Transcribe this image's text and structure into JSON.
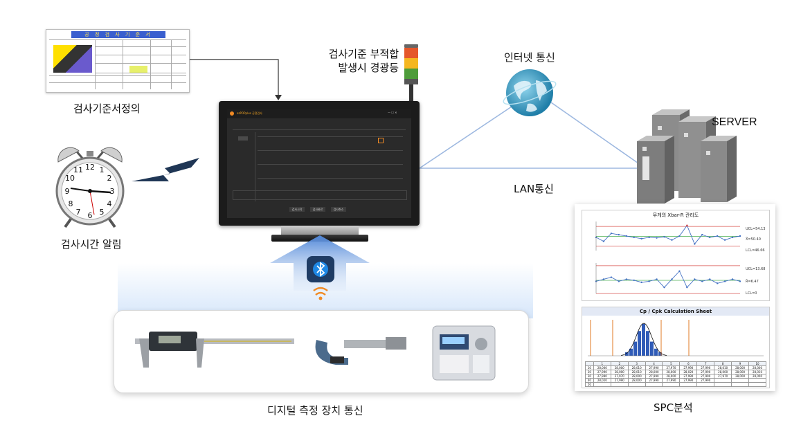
{
  "labels": {
    "inspection_standard": "검사기준서정의",
    "warning_light": "검사기준 부적합\n발생시 경광등",
    "internet": "인터넷 통신",
    "server": "SERVER",
    "lan": "LAN통신",
    "alarm": "검사시간 알림",
    "devices": "디지털 측정 장치 통신",
    "spc": "SPC분석"
  },
  "document": {
    "title": "공 정 검 사 기 준 서"
  },
  "screen": {
    "app_title": "ezPOPplus 공정검사",
    "buttons": [
      "검사시작",
      "검사완료",
      "검사취소"
    ]
  },
  "spc": {
    "xbar_title": "무게의 Xbar-R 관리도",
    "xbar_ucl": "UCL=54.13",
    "xbar_center": "X̄=50.40",
    "xbar_lcl": "LCL=46.66",
    "r_ucl": "UCL=13.68",
    "r_center": "R̄=6.47",
    "r_lcl": "LCL=0",
    "cp_title": "Cp / Cpk Calculation Sheet",
    "xbar_values": [
      50,
      48.5,
      51.5,
      51,
      50.5,
      50,
      49.5,
      50,
      49.8,
      50.2,
      49,
      50.5,
      54.5,
      47.5,
      51,
      50,
      50.5,
      49,
      50,
      50.5
    ],
    "r_values": [
      6,
      7,
      8,
      6,
      7,
      6.5,
      5.5,
      6,
      7,
      3,
      7,
      11,
      3,
      7,
      6,
      7,
      5,
      6,
      7,
      6
    ],
    "hist_values": [
      1,
      2,
      4,
      7,
      9,
      7,
      4,
      2,
      1
    ],
    "table_header": [
      "",
      "1",
      "2",
      "3",
      "4",
      "5",
      "6",
      "7",
      "8",
      "9",
      "10"
    ],
    "table_rows": [
      [
        "10",
        "28,000",
        "28,000",
        "28,010",
        "27,990",
        "27,970",
        "27,990",
        "27,990",
        "28,010",
        "28,000",
        "28,000"
      ],
      [
        "20",
        "27,990",
        "28,000",
        "28,010",
        "28,000",
        "28,000",
        "28,020",
        "27,990",
        "28,000",
        "28,000",
        "28,010"
      ],
      [
        "30",
        "27,990",
        "27,970",
        "28,000",
        "27,990",
        "28,000",
        "27,990",
        "27,990",
        "27,970",
        "28,000",
        "28,000"
      ],
      [
        "40",
        "28,020",
        "27,990",
        "28,000",
        "27,990",
        "27,990",
        "27,990",
        "27,990",
        "",
        "",
        ""
      ],
      [
        "50",
        "",
        "",
        "",
        "",
        "",
        "",
        "",
        "",
        "",
        ""
      ]
    ]
  },
  "colors": {
    "accent_blue": "#4472c4",
    "line_blue": "#9db8e0",
    "ucl_red": "#d9534f",
    "center_green": "#4caf50",
    "bt_blue": "#1e88e5",
    "wave_orange": "#f08a24"
  }
}
